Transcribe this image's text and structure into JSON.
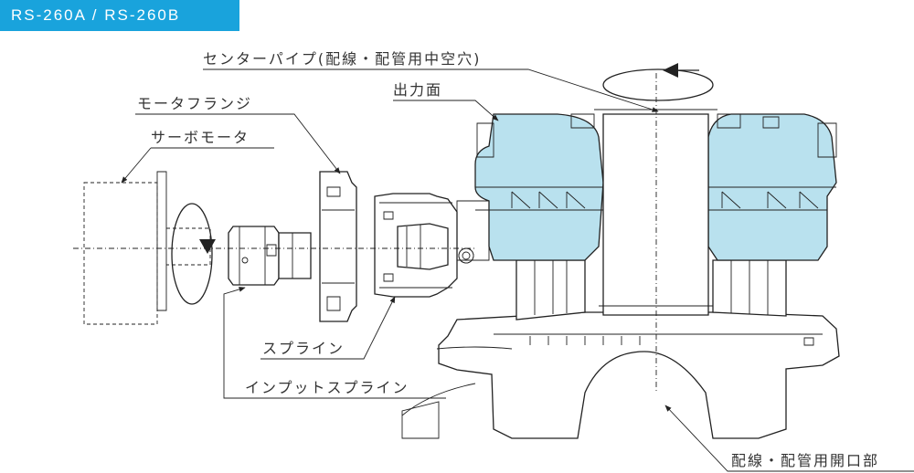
{
  "header": {
    "model_badge": "RS-260A / RS-260B"
  },
  "labels": {
    "center_pipe": "センターパイプ(配線・配管用中空穴)",
    "output_face": "出力面",
    "motor_flange": "モータフランジ",
    "servo_motor": "サーボモータ",
    "spline": "スプライン",
    "input_spline": "インプットスプライン",
    "opening": "配線・配管用開口部"
  },
  "colors": {
    "badge_bg": "#19a3dc",
    "body_fill": "#b9e1ee"
  },
  "icons": {
    "rotation_top": "rotation-arrow-icon",
    "rotation_motor": "rotation-arrow-icon"
  }
}
